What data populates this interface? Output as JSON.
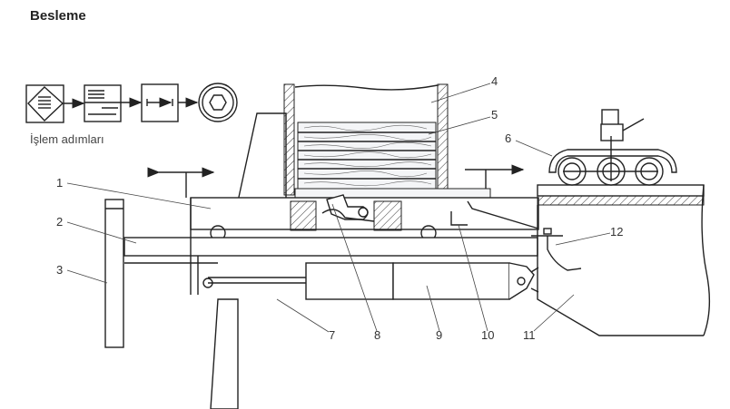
{
  "title": "Besleme",
  "process_caption": "İşlem adımları",
  "process_steps": [
    "input-diamond-icon",
    "document-icon",
    "feed-arrow-icon",
    "hexagon-part-icon"
  ],
  "part_labels": [
    "1",
    "2",
    "3",
    "4",
    "5",
    "6",
    "7",
    "8",
    "9",
    "10",
    "11",
    "12"
  ]
}
